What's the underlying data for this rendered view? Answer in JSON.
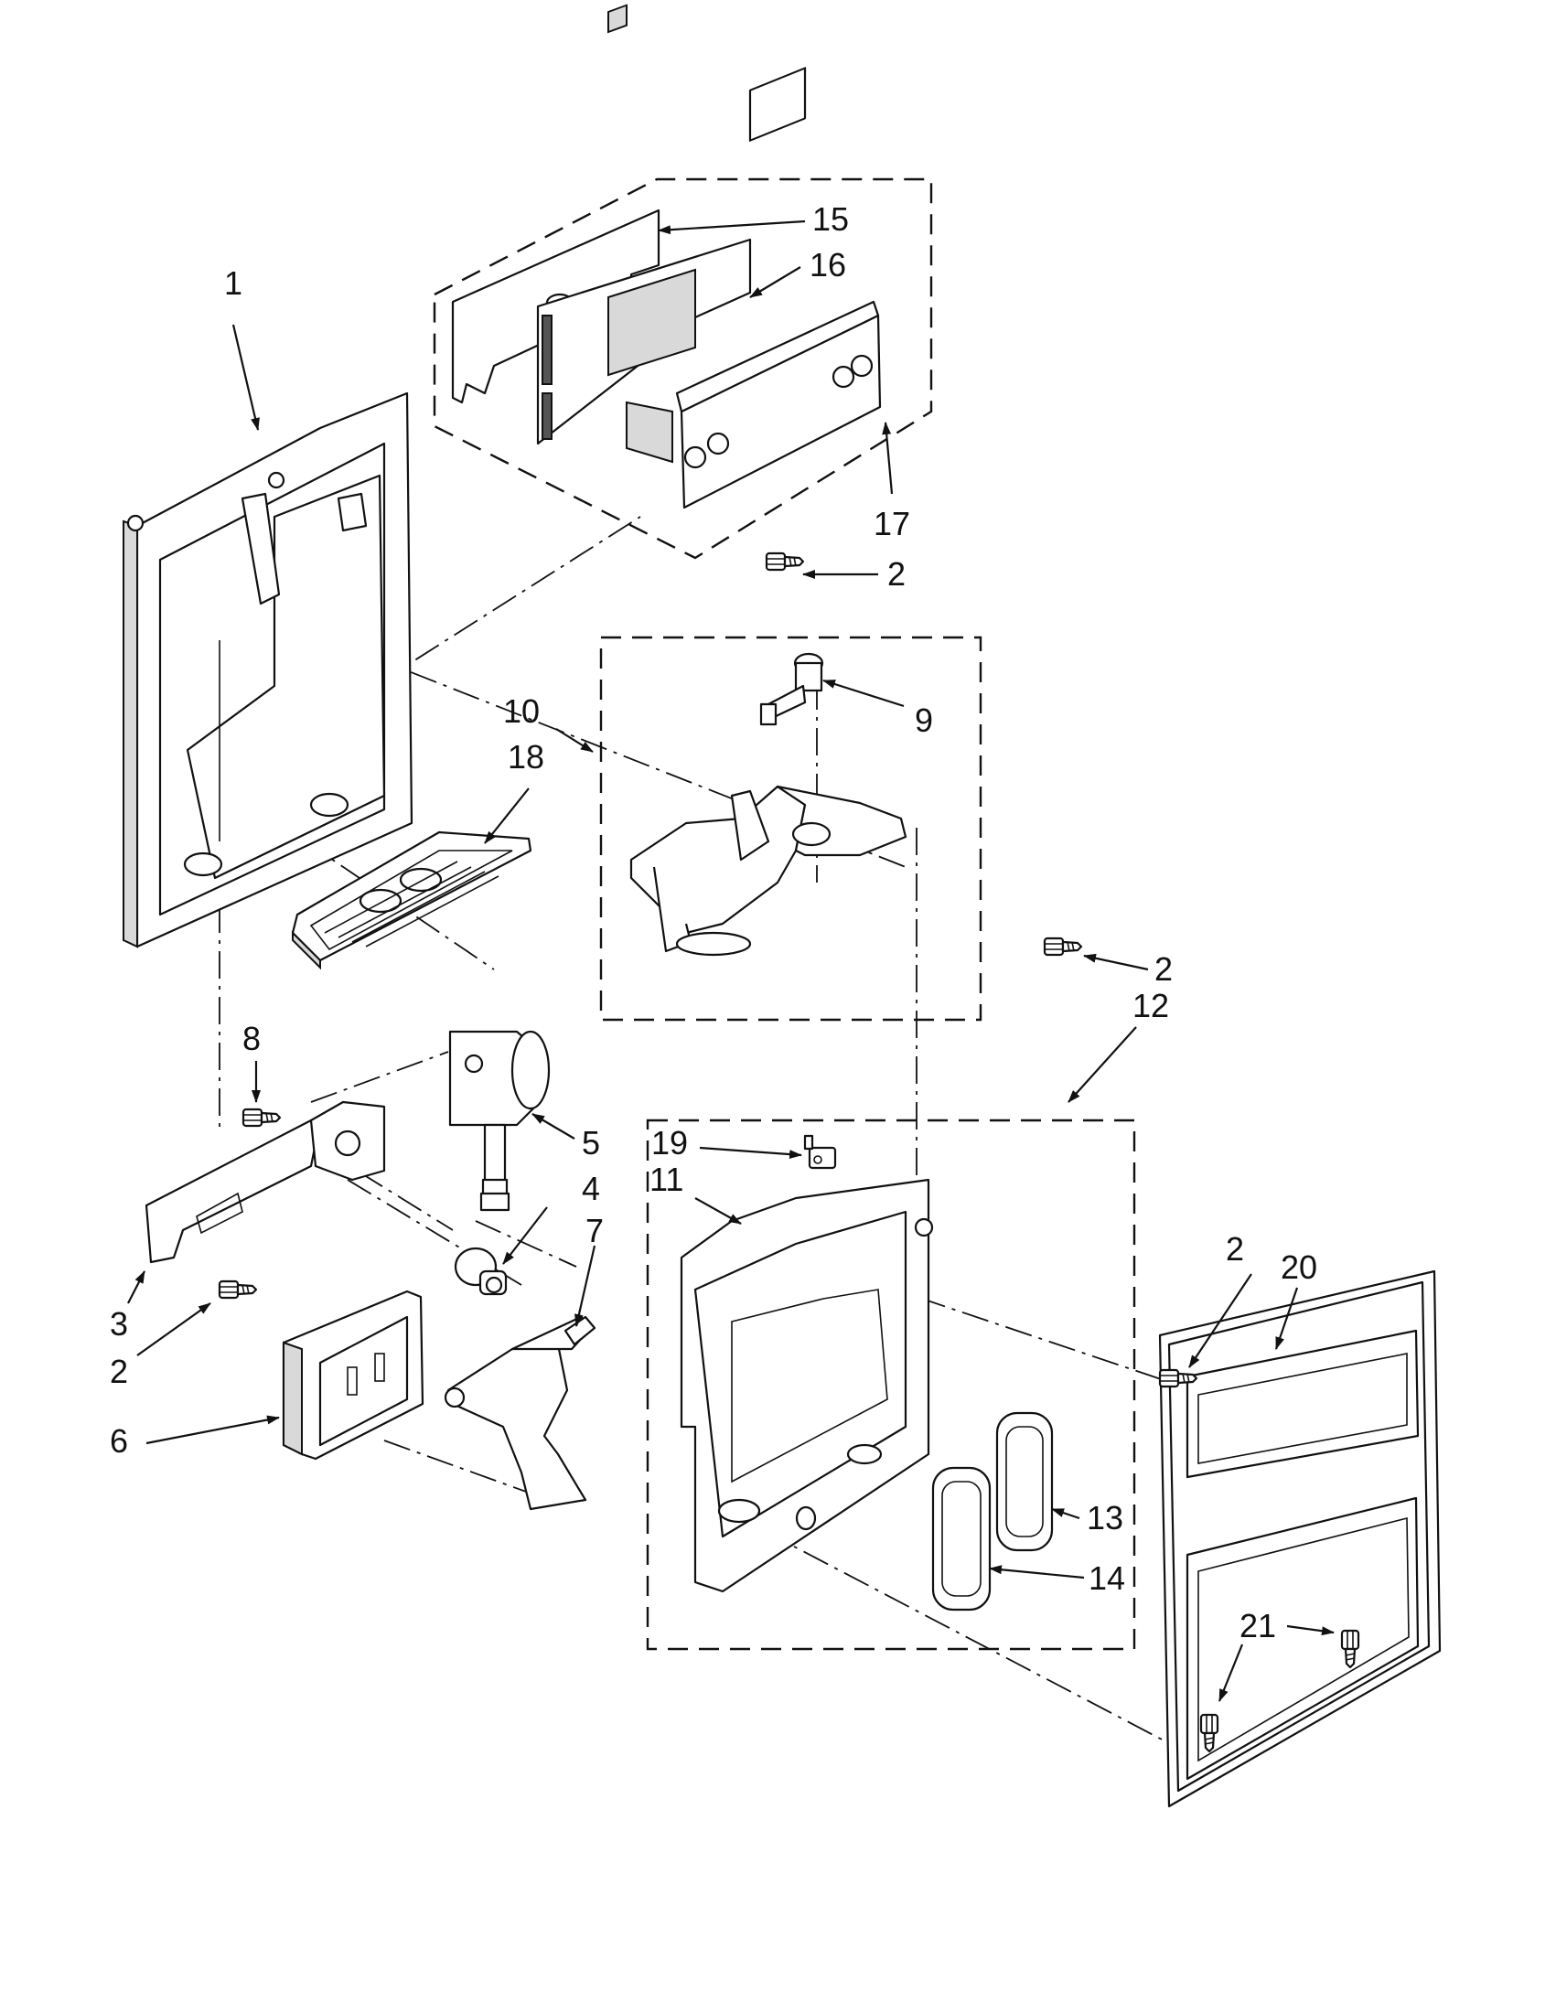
{
  "callouts": [
    {
      "id": "c1",
      "label": "1"
    },
    {
      "id": "c2a",
      "label": "2"
    },
    {
      "id": "c2b",
      "label": "2"
    },
    {
      "id": "c2c",
      "label": "2"
    },
    {
      "id": "c2d",
      "label": "2"
    },
    {
      "id": "c3",
      "label": "3"
    },
    {
      "id": "c4",
      "label": "4"
    },
    {
      "id": "c5",
      "label": "5"
    },
    {
      "id": "c6",
      "label": "6"
    },
    {
      "id": "c7",
      "label": "7"
    },
    {
      "id": "c8",
      "label": "8"
    },
    {
      "id": "c9",
      "label": "9"
    },
    {
      "id": "c10",
      "label": "10"
    },
    {
      "id": "c11",
      "label": "11"
    },
    {
      "id": "c12",
      "label": "12"
    },
    {
      "id": "c13",
      "label": "13"
    },
    {
      "id": "c14",
      "label": "14"
    },
    {
      "id": "c15",
      "label": "15"
    },
    {
      "id": "c16",
      "label": "16"
    },
    {
      "id": "c17",
      "label": "17"
    },
    {
      "id": "c18",
      "label": "18"
    },
    {
      "id": "c19",
      "label": "19"
    },
    {
      "id": "c20",
      "label": "20"
    },
    {
      "id": "c21",
      "label": "21"
    }
  ]
}
